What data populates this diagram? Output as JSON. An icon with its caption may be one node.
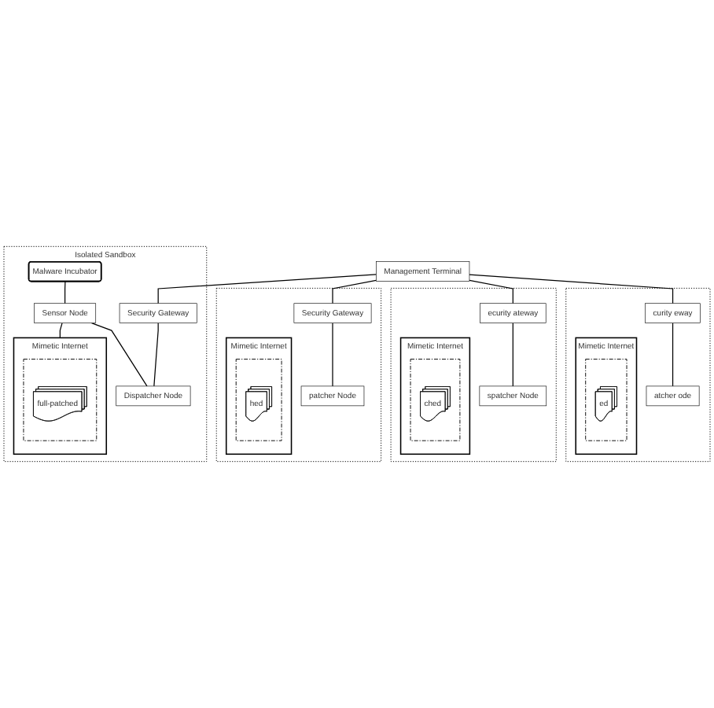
{
  "diagram": {
    "nodes": [
      {
        "text": [
          "Management Terminal"
        ]
      },
      {
        "text": [
          "Isolated Sandbox"
        ]
      },
      {
        "text": [
          "Malware Incubator"
        ],
        "in": 1
      },
      {
        "text": [
          "Security Gateway"
        ],
        "in": 1
      },
      {
        "text": [
          "Sensor Node"
        ],
        "in": 1
      },
      {
        "text": [
          "Dispatcher Node"
        ],
        "in": 1
      },
      {
        "text": [
          "Mimetic Internet"
        ],
        "in": 1
      },
      {
        "text": [],
        "shape": "box",
        "in": 6
      },
      {
        "text": [
          "full-patched"
        ],
        "in": 7
      },
      {
        "text": [],
        "shape": "box"
      },
      {
        "text": [
          "curity eway"
        ],
        "in": 9
      },
      {
        "text": [
          "atcher ode"
        ],
        "in": 9
      },
      {
        "text": [
          "Mimetic Internet"
        ],
        "in": 9
      },
      {
        "text": [],
        "shape": "box",
        "in": 12
      },
      {
        "text": [
          "ed"
        ],
        "in": 13
      },
      {
        "text": [],
        "shape": "box"
      },
      {
        "text": [
          "ecurity ateway"
        ],
        "in": 15
      },
      {
        "text": [
          "spatcher Node"
        ],
        "in": 15
      },
      {
        "text": [
          "Mimetic Internet"
        ],
        "in": 15
      },
      {
        "text": [],
        "shape": "box",
        "in": 18
      },
      {
        "text": [
          "ched"
        ],
        "in": 19
      },
      {
        "text": [],
        "shape": "box"
      },
      {
        "text": [
          "Security Gateway"
        ],
        "in": 21
      },
      {
        "text": [
          "patcher Node"
        ],
        "in": 21
      },
      {
        "text": [
          "Mimetic Internet"
        ],
        "in": 21
      },
      {
        "text": [],
        "shape": "box",
        "in": 24
      },
      {
        "text": [
          "hed"
        ],
        "in": 25
      }
    ],
    "edges": [
      {
        "from": 2,
        "to": 4,
        "arrow": "none"
      },
      {
        "from": 4,
        "to": 5,
        "arrow": "none"
      },
      {
        "from": 3,
        "to": 5,
        "arrow": "none"
      },
      {
        "from": 0,
        "to": 3,
        "arrow": "none"
      },
      {
        "from": 4,
        "to": 6,
        "arrow": "none"
      },
      {
        "from": 0,
        "to": 10,
        "arrow": "none"
      },
      {
        "from": 10,
        "to": 11,
        "arrow": "none"
      },
      {
        "from": 0,
        "to": 16,
        "arrow": "none"
      },
      {
        "from": 16,
        "to": 17,
        "arrow": "none"
      },
      {
        "from": 0,
        "to": 22,
        "arrow": "none"
      },
      {
        "from": 22,
        "to": 23,
        "arrow": "none"
      }
    ]
  }
}
